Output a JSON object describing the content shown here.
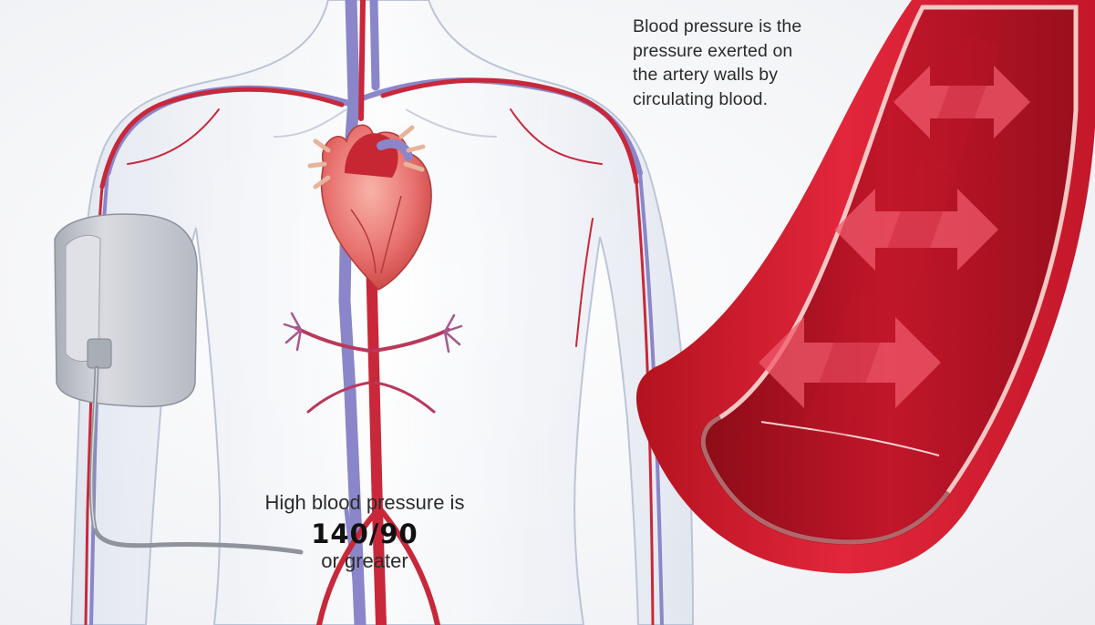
{
  "illustration": {
    "subject": "circulatory-system-blood-pressure",
    "colors": {
      "background": "#f6f7f9",
      "body_outline": "#b9c2d6",
      "artery": "#c8283a",
      "vein": "#8a86c9",
      "heart": "#e87a78",
      "vessel_wall": "#d81f36",
      "vessel_inner": "#a8101f",
      "cuff": "#c9ccd3"
    },
    "icons": [
      "human-torso",
      "heart",
      "blood-pressure-cuff",
      "artery-cross-section",
      "pressure-arrow"
    ]
  },
  "definition_caption": {
    "lines": [
      "Blood pressure is the",
      "pressure exerted on",
      "the artery walls by",
      "circulating blood."
    ]
  },
  "threshold_caption": {
    "line1": "High blood pressure is",
    "value": "140/90",
    "line3": "or greater"
  }
}
